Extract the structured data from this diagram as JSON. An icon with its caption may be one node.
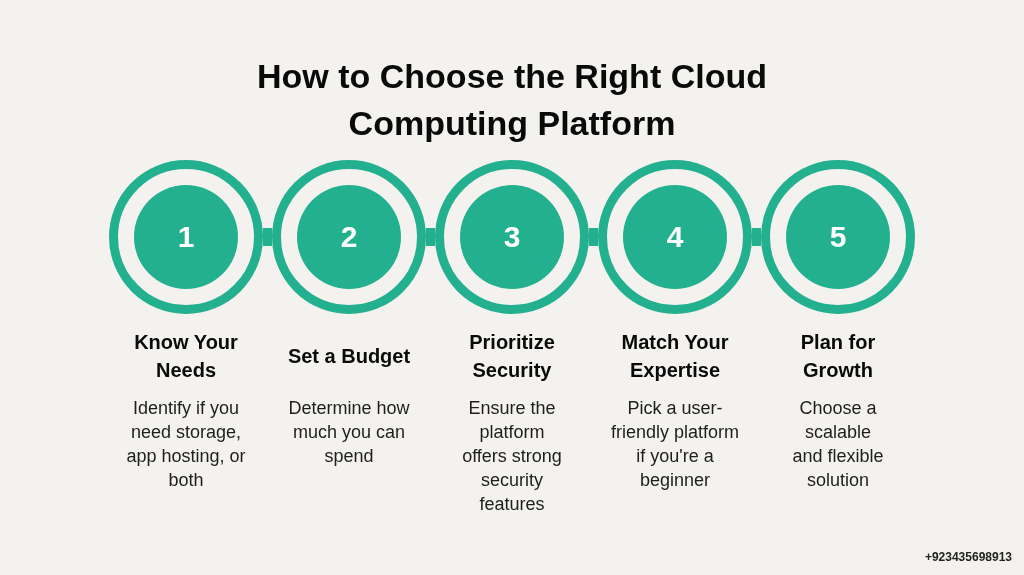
{
  "diagram": {
    "title": "How to Choose the Right Cloud Computing Platform",
    "nodes": [
      {
        "text": [
          "1"
        ],
        "beside": [
          "Know Your Needs",
          "Identify if you need storage, app hosting, or both"
        ]
      },
      {
        "text": [
          "2"
        ],
        "beside": [
          "Set a Budget",
          "Determine how much you can spend"
        ]
      },
      {
        "text": [
          "3"
        ],
        "beside": [
          "Prioritize Security",
          "Ensure the platform offers strong security features"
        ]
      },
      {
        "text": [
          "4"
        ],
        "beside": [
          "Match Your Expertise",
          "Pick a user-friendly platform if you're a beginner"
        ]
      },
      {
        "text": [
          "5"
        ],
        "beside": [
          "Plan for Growth",
          "Choose a scalable and flexible solution"
        ]
      }
    ],
    "edges": [
      {
        "from": 0,
        "to": 1,
        "arrow": "none"
      },
      {
        "from": 1,
        "to": 2,
        "arrow": "none"
      },
      {
        "from": 2,
        "to": 3,
        "arrow": "none"
      },
      {
        "from": 3,
        "to": 4,
        "arrow": "none"
      }
    ],
    "labels": [
      "+923435698913"
    ]
  }
}
